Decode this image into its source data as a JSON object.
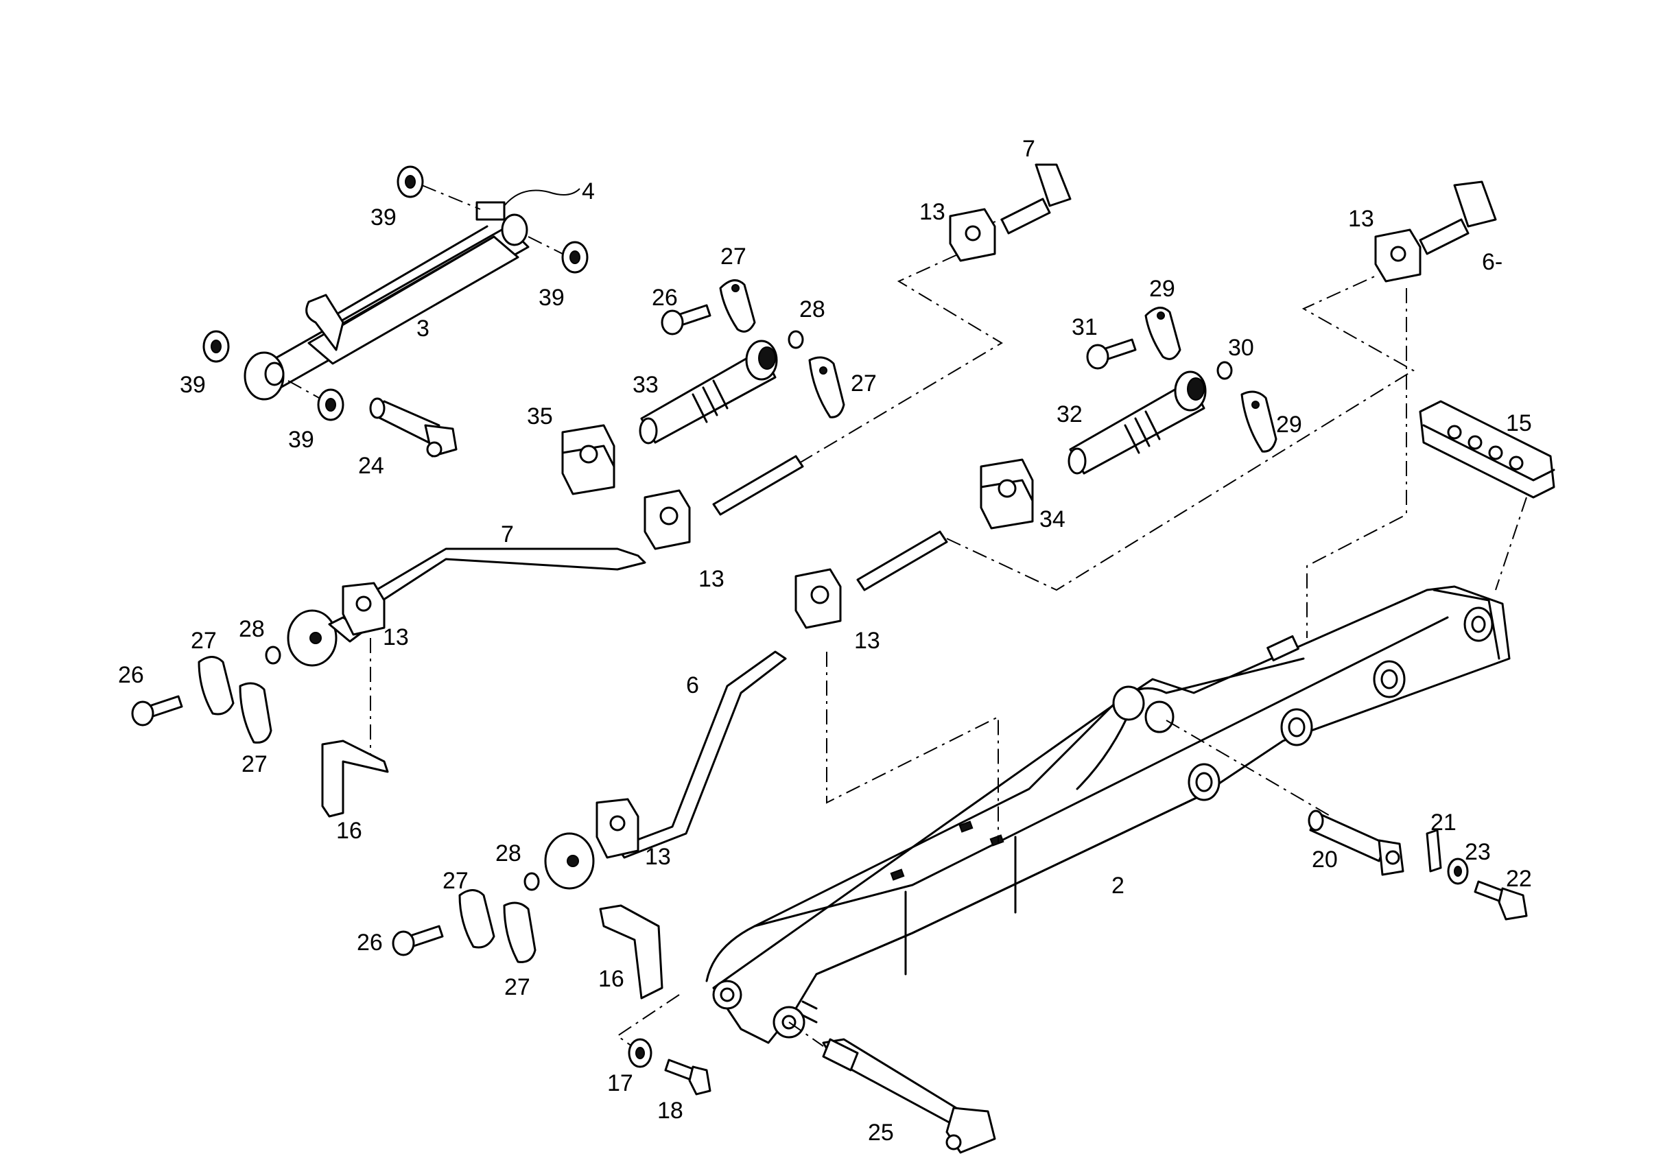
{
  "diagram": {
    "labels": {
      "p2": "2",
      "p3": "3",
      "p4": "4",
      "p6a": "6",
      "p6b": "6-",
      "p7a": "7",
      "p7b": "7",
      "p13a": "13",
      "p13b": "13",
      "p13c": "13",
      "p13d": "13",
      "p13e": "13",
      "p13f": "13",
      "p15": "15",
      "p16a": "16",
      "p16b": "16",
      "p17": "17",
      "p18": "18",
      "p20": "20",
      "p21": "21",
      "p22": "22",
      "p23": "23",
      "p24": "24",
      "p25": "25",
      "p26a": "26",
      "p26b": "26",
      "p26c": "26",
      "p27a": "27",
      "p27b": "27",
      "p27c": "27",
      "p27d": "27",
      "p27e": "27",
      "p27f": "27",
      "p28a": "28",
      "p28b": "28",
      "p28c": "28",
      "p29a": "29",
      "p29b": "29",
      "p30": "30",
      "p31": "31",
      "p32": "32",
      "p33": "33",
      "p34": "34",
      "p35": "35",
      "p39a": "39",
      "p39b": "39",
      "p39c": "39",
      "p39d": "39"
    }
  }
}
